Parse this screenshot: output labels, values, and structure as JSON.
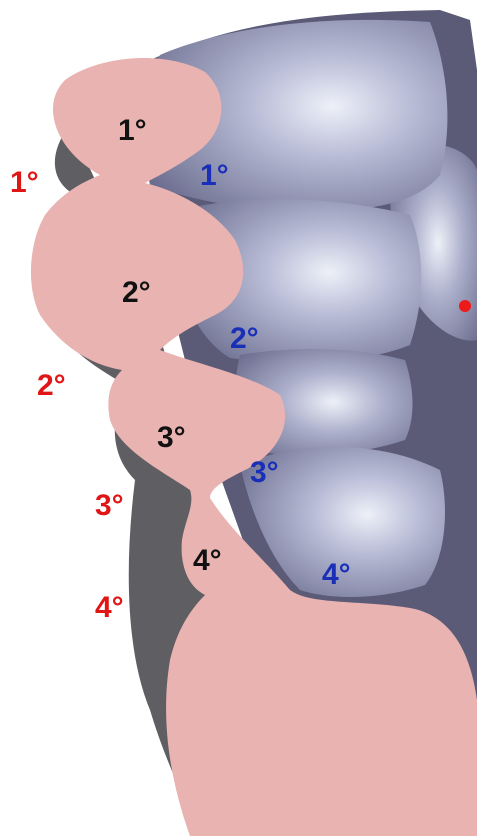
{
  "colors": {
    "pink": "#e9b3b1",
    "pink_dark": "#dba2a1",
    "dark_gray": "#5f5f63",
    "navy_bg": "#5b5b78",
    "lobe_light": "#eef0f8",
    "lobe_mid": "#a8acc8",
    "lobe_dark": "#6c6c8c",
    "label_black": "#111111",
    "label_red": "#e01515",
    "label_blue": "#1a2fb8",
    "dot_red": "#ee1a1a"
  },
  "labels": {
    "black": [
      "1°",
      "2°",
      "3°",
      "4°"
    ],
    "red": [
      "1°",
      "2°",
      "3°",
      "4°"
    ],
    "blue": [
      "1°",
      "2°",
      "3°",
      "4°"
    ]
  }
}
